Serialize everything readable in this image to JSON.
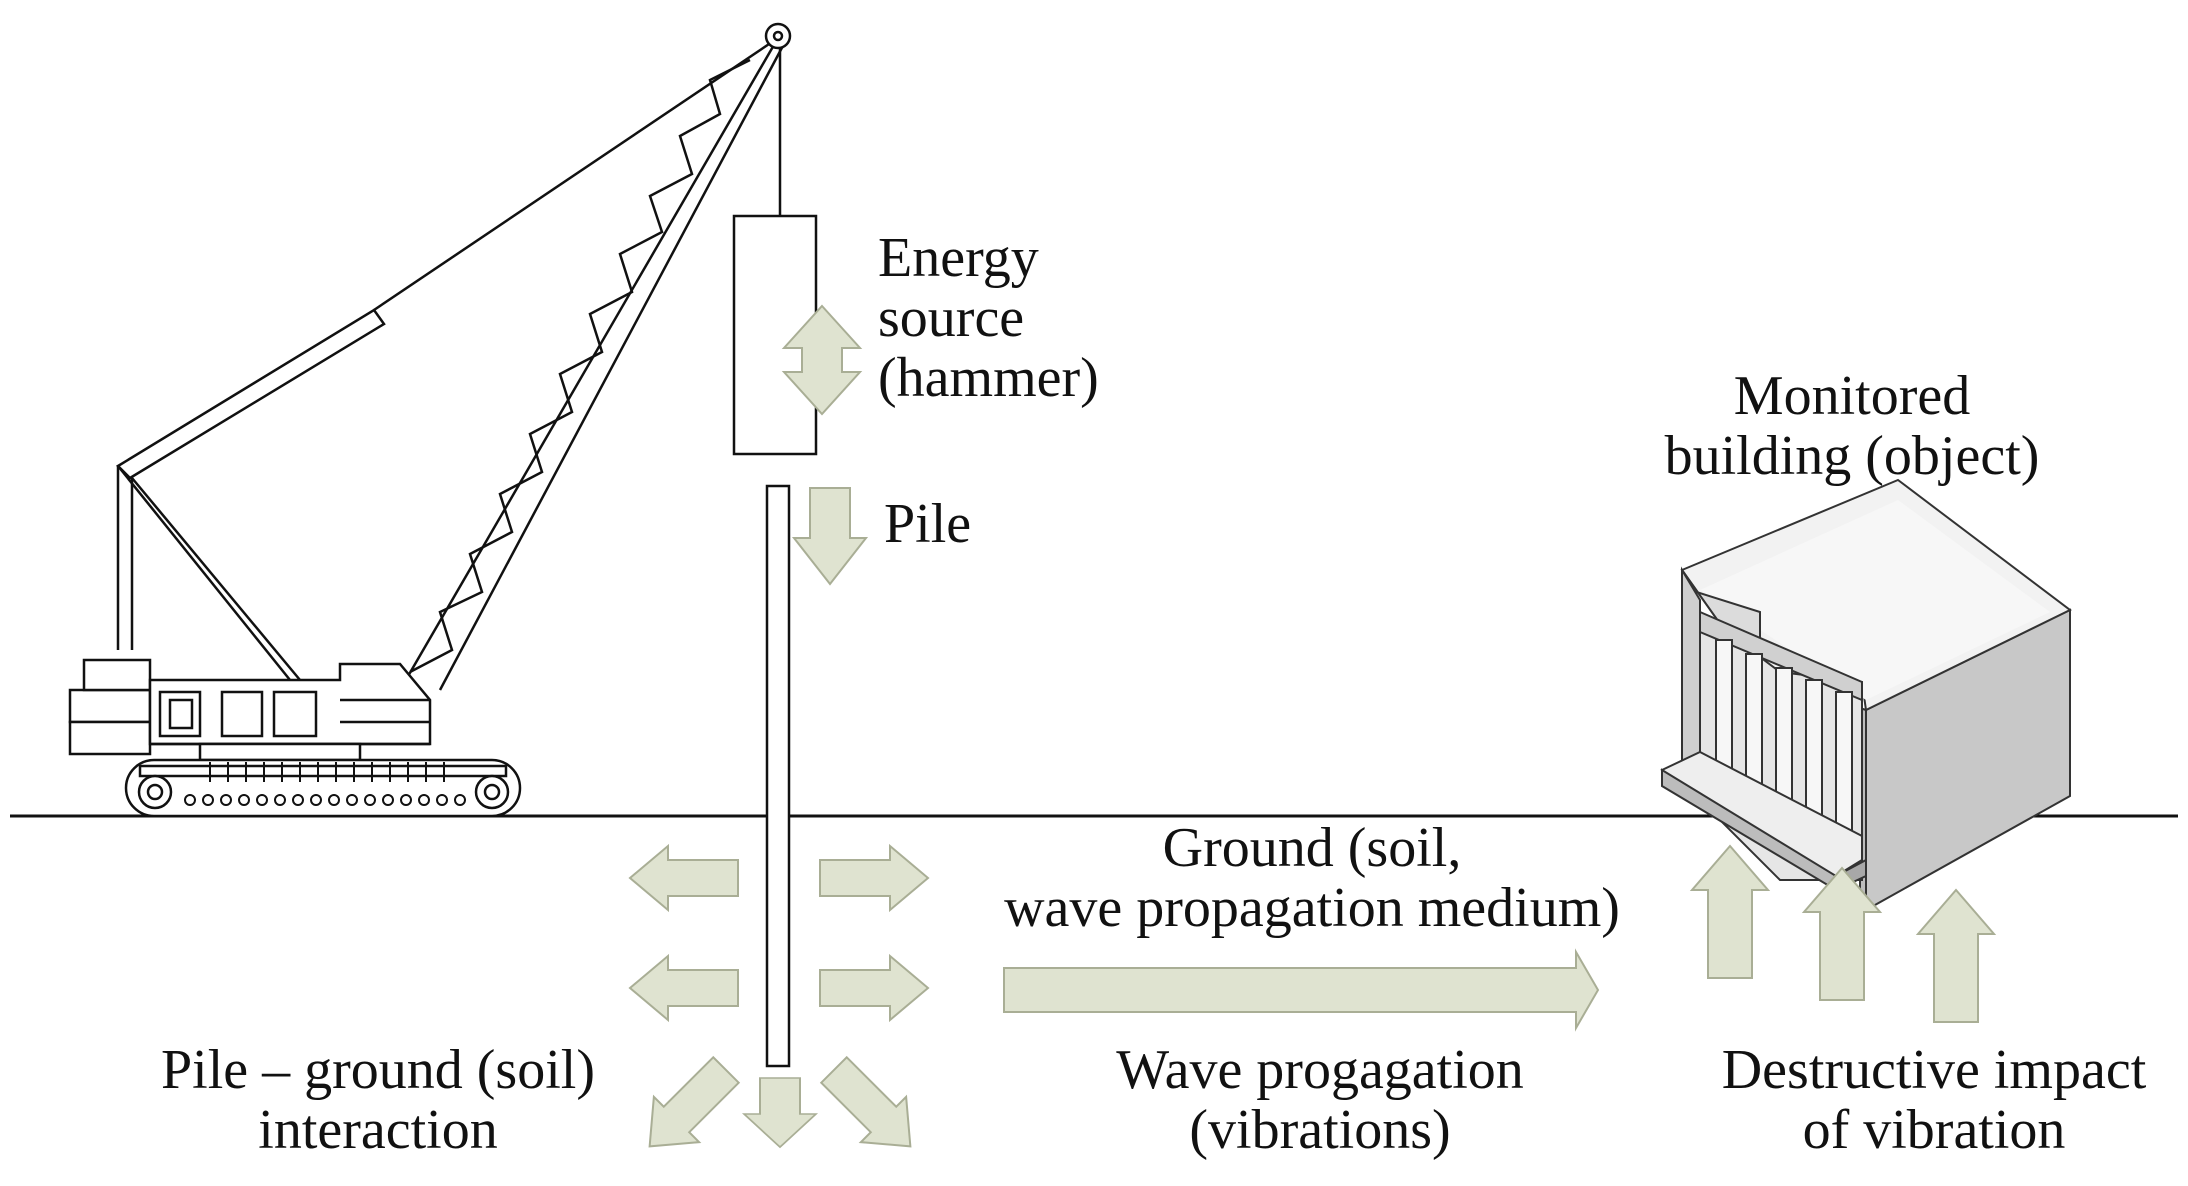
{
  "labels": {
    "energy_source": [
      "Energy",
      "source",
      "(hammer)"
    ],
    "pile": "Pile",
    "monitored_building": [
      "Monitored",
      "building (object)"
    ],
    "ground": [
      "Ground (soil,",
      "wave propagation medium)"
    ],
    "pile_ground_interaction": [
      "Pile – ground (soil)",
      "interaction"
    ],
    "wave_propagation": [
      "Wave progagation",
      "(vibrations)"
    ],
    "destructive_impact": [
      "Destructive impact",
      "of vibration"
    ]
  },
  "colors": {
    "arrow_fill": "#dfe3d0",
    "arrow_stroke": "#a9ae95",
    "line": "#111111",
    "building_top": "#f2f2f2",
    "building_front": "#e2e2e2",
    "building_side": "#c8c8c8"
  }
}
